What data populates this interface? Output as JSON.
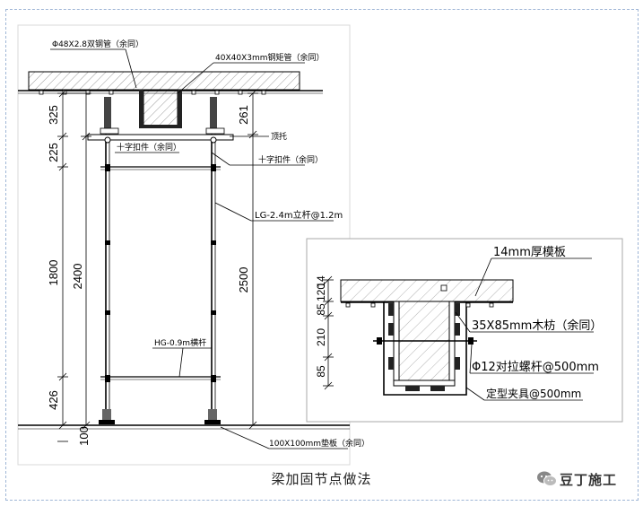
{
  "caption": "梁加固节点做法",
  "brand": {
    "name": "豆丁施工",
    "icon": "wechat-icon"
  },
  "main": {
    "labels": {
      "steel_tube": "Φ48X2.8双钢管（余同）",
      "square_tube": "40X40X3mm钢矩管（余同）",
      "top_support": "顶托",
      "cross_fastener_1": "十字扣件（余同）",
      "cross_fastener_2": "十字扣件（余同）",
      "lg_pole": "LG-2.4m立杆@1.2m",
      "hg_bar": "HG-0.9m横杆",
      "base_board": "100X100mm垫板（余同）"
    },
    "dims_left_outer": [
      "325",
      "225",
      "1800",
      "426",
      "100"
    ],
    "dims_left_inner": "2400",
    "dims_right": [
      "261",
      "2500"
    ]
  },
  "detail": {
    "labels": {
      "formwork": "14mm厚模板",
      "timber": "35X85mm木枋（余同）",
      "tie_bolt": "Φ12对拉螺杆@500mm",
      "clamp": "定型夹具@500mm"
    },
    "dims": [
      "14",
      "120",
      "85",
      "210",
      "85"
    ]
  }
}
